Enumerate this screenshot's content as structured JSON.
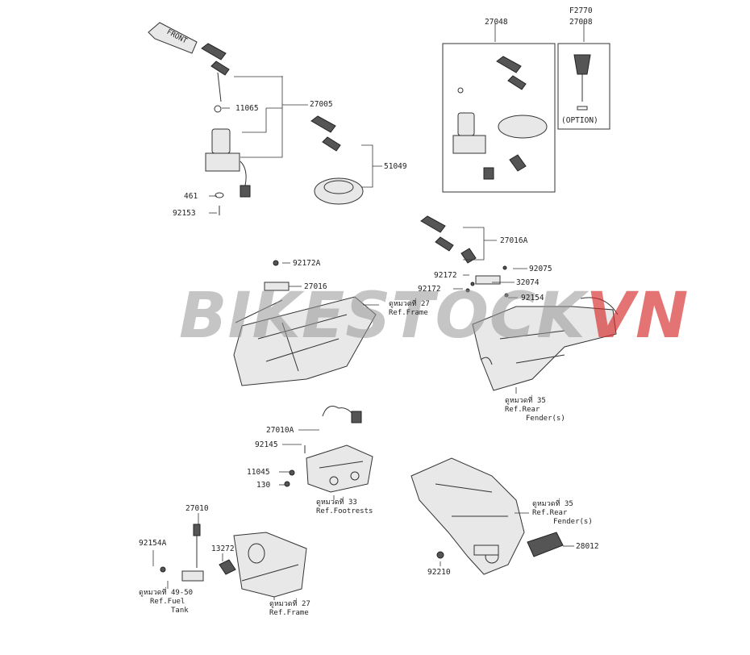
{
  "watermark": {
    "main": "BIKESTOCK",
    "accent": "VN",
    "accent_color": "#d62828"
  },
  "front_label": "FRONT",
  "option_box": {
    "ref": "F2770",
    "part": "27008",
    "note": "(OPTION)"
  },
  "parts": {
    "p27048": "27048",
    "p27005": "27005",
    "p11065": "11065",
    "p51049": "51049",
    "p461": "461",
    "p92153": "92153",
    "p27016A": "27016A",
    "p92075": "92075",
    "p92172_r": "92172",
    "p32074": "32074",
    "p92172_r2": "92172",
    "p92154": "92154",
    "p92172A": "92172A",
    "p27016": "27016",
    "p27010A": "27010A",
    "p92145": "92145",
    "p11045": "11045",
    "p130": "130",
    "p27010": "27010",
    "p92154A": "92154A",
    "p13272": "13272",
    "p28012": "28012",
    "p92210": "92210"
  },
  "refs": {
    "frame_top": [
      "ดูหมวดที่ 27",
      "Ref.Frame"
    ],
    "rear_fender_top": [
      "ดูหมวดที่ 35",
      "Ref.Rear",
      "Fender(s)"
    ],
    "footrests": [
      "ดูหมวดที่ 33",
      "Ref.Footrests"
    ],
    "rear_fender_bottom": [
      "ดูหมวดที่ 35",
      "Ref.Rear",
      "Fender(s)"
    ],
    "fuel_tank": [
      "ดูหมวดที่ 49-50",
      "Ref.Fuel",
      "Tank"
    ],
    "frame_bottom": [
      "ดูหมวดที่ 27",
      "Ref.Frame"
    ]
  }
}
